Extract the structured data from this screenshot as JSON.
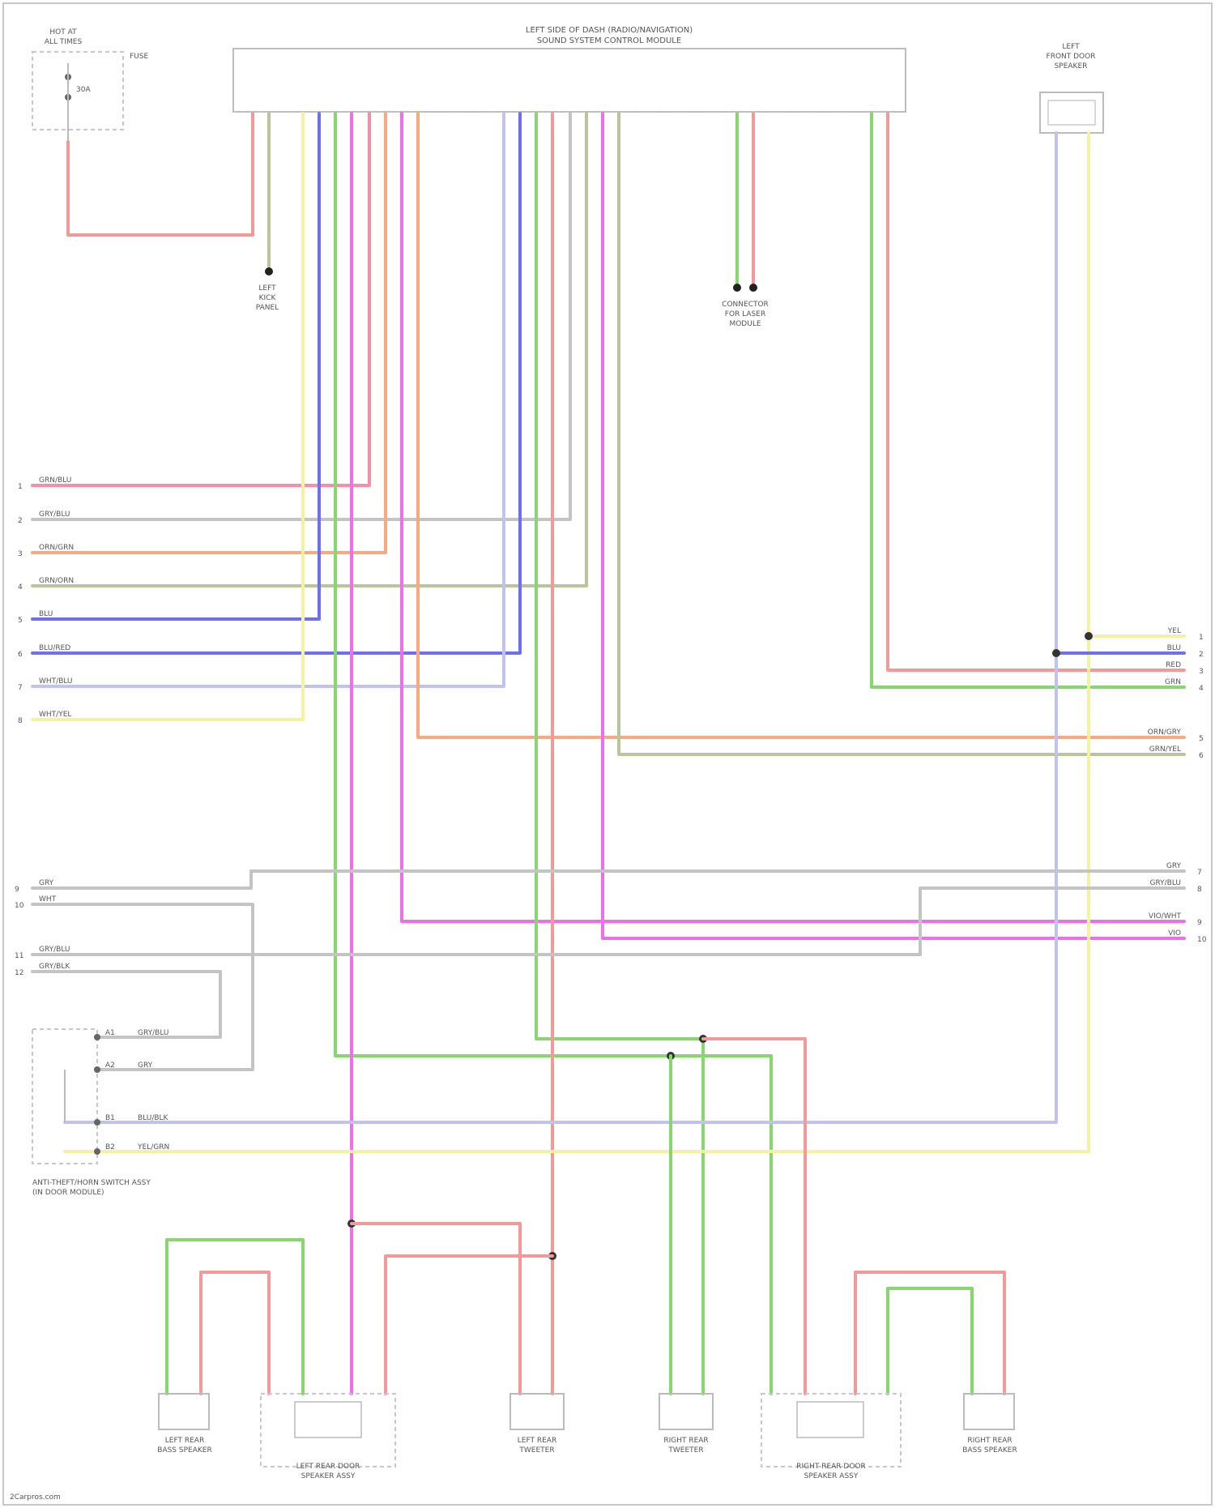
{
  "header": {
    "title_line1": "LEFT SIDE OF DASH (RADIO/NAVIGATION)",
    "title_line2": "SOUND SYSTEM CONTROL MODULE"
  },
  "fuse_block": {
    "line1": "HOT AT",
    "line2": "ALL TIMES",
    "fuse_label": "FUSE",
    "amp_label": "30A"
  },
  "ground_label": {
    "line1": "LEFT",
    "line2": "KICK",
    "line3": "PANEL"
  },
  "center_connector": {
    "line1": "CONNECTOR",
    "line2": "FOR LASER",
    "line3": "MODULE"
  },
  "right_front_speaker": {
    "line1": "LEFT",
    "line2": "FRONT DOOR",
    "line3": "SPEAKER"
  },
  "left_pins": [
    {
      "num": "1",
      "color_label": "GRN/BLU"
    },
    {
      "num": "2",
      "color_label": "GRY/BLU"
    },
    {
      "num": "3",
      "color_label": "ORN/GRN"
    },
    {
      "num": "4",
      "color_label": "GRN/ORN"
    },
    {
      "num": "5",
      "color_label": "BLU"
    },
    {
      "num": "6",
      "color_label": "BLU/RED"
    },
    {
      "num": "7",
      "color_label": "WHT/BLU"
    },
    {
      "num": "8",
      "color_label": "WHT/YEL"
    }
  ],
  "left_pins_lower": [
    {
      "num": "9",
      "color_label": "GRY"
    },
    {
      "num": "10",
      "color_label": "WHT"
    },
    {
      "num": "11",
      "color_label": "GRY/BLU"
    },
    {
      "num": "12",
      "color_label": "GRY/BLK"
    }
  ],
  "right_pins": [
    {
      "num": "1",
      "color_label": "YEL"
    },
    {
      "num": "2",
      "color_label": "BLU"
    },
    {
      "num": "3",
      "color_label": "RED"
    },
    {
      "num": "4",
      "color_label": "GRN"
    },
    {
      "num": "5",
      "color_label": "ORN/GRY"
    },
    {
      "num": "6",
      "color_label": "GRN/YEL"
    }
  ],
  "right_pins_lower": [
    {
      "num": "7",
      "color_label": "GRY"
    },
    {
      "num": "8",
      "color_label": "GRY/BLU"
    },
    {
      "num": "9",
      "color_label": "VIO/WHT"
    },
    {
      "num": "10",
      "color_label": "VIO"
    }
  ],
  "switch_block": {
    "pins": [
      {
        "num": "A1",
        "color_label": "GRY/BLU"
      },
      {
        "num": "A2",
        "color_label": "GRY"
      },
      {
        "num": "B1",
        "color_label": "BLU/BLK"
      },
      {
        "num": "B2",
        "color_label": "YEL/GRN"
      }
    ],
    "line1": "ANTI-THEFT/HORN SWITCH ASSY",
    "line2": "(IN DOOR MODULE)"
  },
  "bottom_speakers": [
    {
      "line1": "LEFT REAR",
      "line2": "BASS SPEAKER"
    },
    {
      "line1": "LEFT REAR DOOR",
      "line2": "SPEAKER ASSY"
    },
    {
      "line1": "LEFT REAR",
      "line2": "TWEETER"
    },
    {
      "line1": "RIGHT REAR",
      "line2": "TWEETER"
    },
    {
      "line1": "RIGHT REAR DOOR",
      "line2": "SPEAKER ASSY"
    },
    {
      "line1": "RIGHT REAR",
      "line2": "BASS SPEAKER"
    }
  ],
  "watermark": "2Carpros.com",
  "colors": {
    "red": "#f29999",
    "green": "#88d66f",
    "blue": "#6f6ff2",
    "violet": "#ee6fe9",
    "orange": "#f7aa82",
    "yellow": "#f4f2a2",
    "gray": "#c4c4c4",
    "lightblue": "#c2c2ee",
    "olive": "#b7c79b",
    "pink": "#f58fa6"
  }
}
